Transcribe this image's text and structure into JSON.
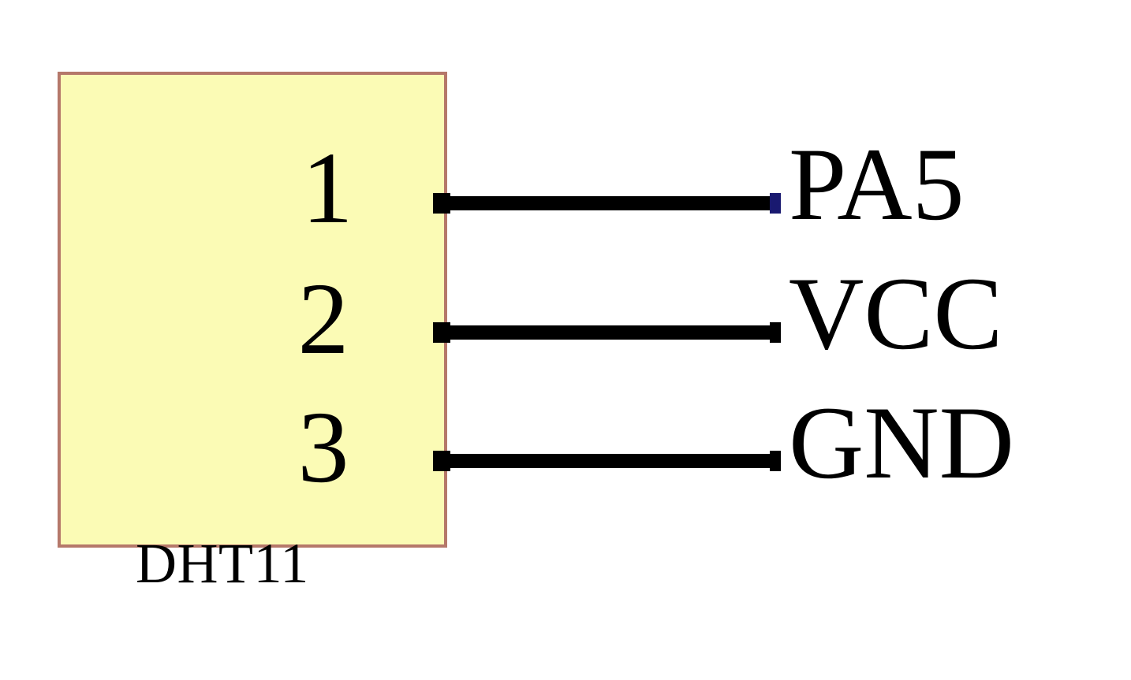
{
  "diagram": {
    "type": "schematic-symbol",
    "component": {
      "designator": "DHT11",
      "body_fill_color": "#fbfbb5",
      "body_border_color": "#b5786a"
    },
    "pins": [
      {
        "number": "1",
        "net_label": "PA5",
        "wire_color": "#000000",
        "terminal_color": "#191970"
      },
      {
        "number": "2",
        "net_label": "VCC",
        "wire_color": "#000000",
        "terminal_color": "#000000"
      },
      {
        "number": "3",
        "net_label": "GND",
        "wire_color": "#000000",
        "terminal_color": "#000000"
      }
    ]
  }
}
